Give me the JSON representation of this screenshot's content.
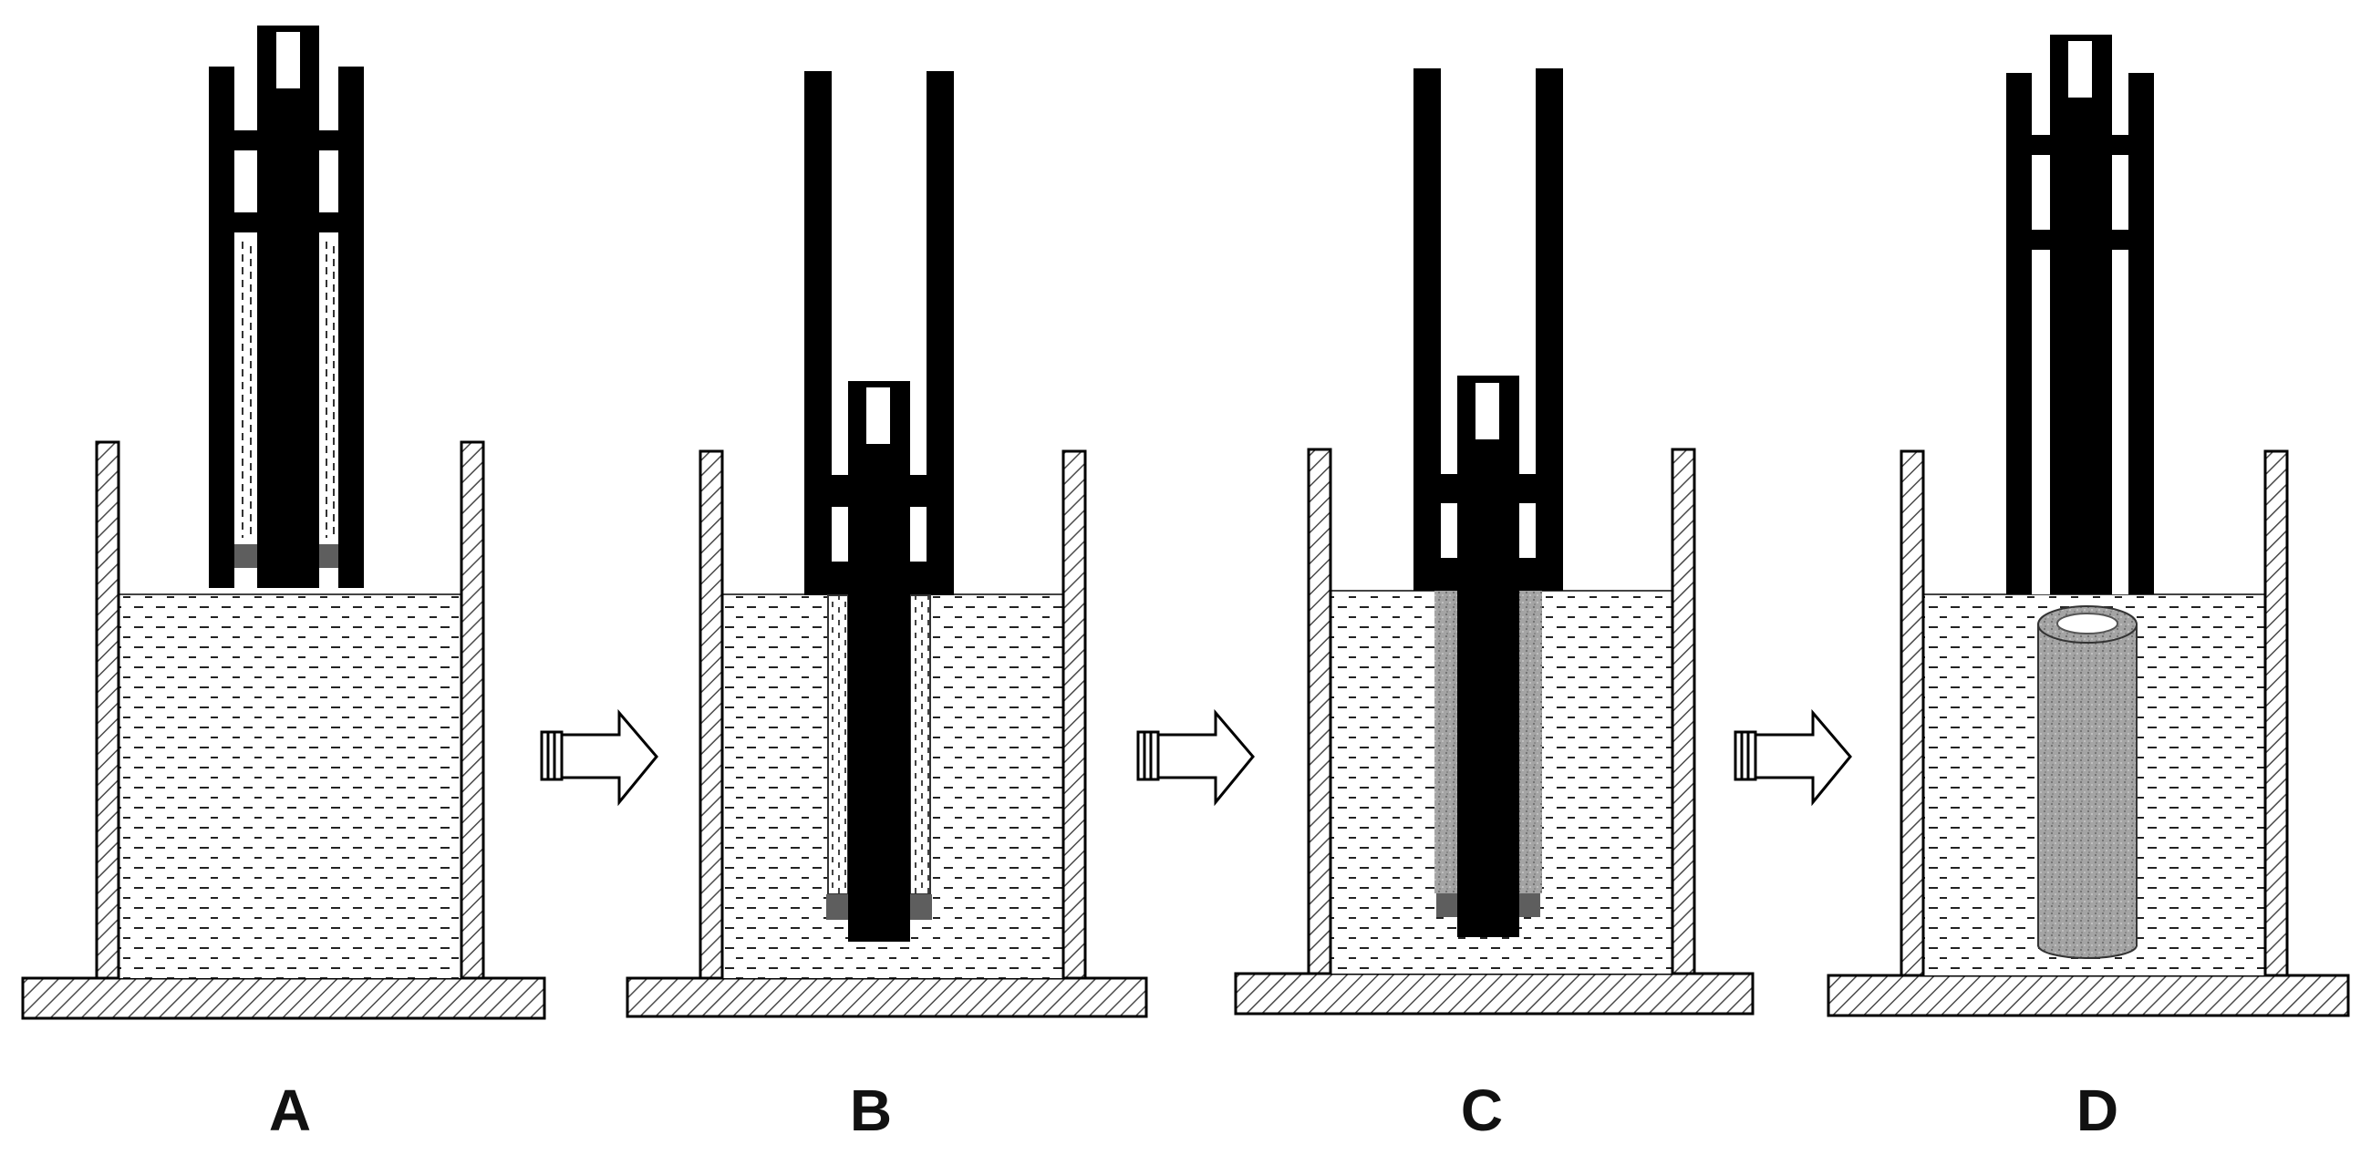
{
  "labels": {
    "panel_a": "A",
    "panel_b": "B",
    "panel_c": "C",
    "panel_d": "D"
  },
  "colors": {
    "background": "#ffffff",
    "black": "#000000",
    "liquid": "#ffffff",
    "hatch": "#555555",
    "deposit": "#9a9a9a",
    "seal": "#5e5e5e"
  }
}
